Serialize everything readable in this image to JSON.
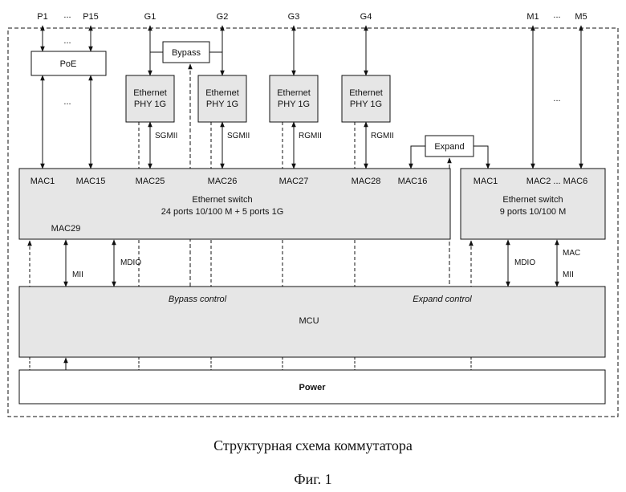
{
  "ports": {
    "p1": "P1",
    "p_dots": "...",
    "p15": "P15",
    "g1": "G1",
    "g2": "G2",
    "g3": "G3",
    "g4": "G4",
    "m1": "M1",
    "m_dots": "...",
    "m5": "M5"
  },
  "blocks": {
    "poe": "PoE",
    "bypass": "Bypass",
    "phy_line1": "Ethernet",
    "phy_line2": "PHY 1G",
    "expand": "Expand",
    "mcu": "MCU",
    "power": "Power"
  },
  "switch_main": {
    "title": "Ethernet switch",
    "subtitle": "24 ports 10/100 M + 5 ports 1G",
    "mac1": "MAC1",
    "mac15": "MAC15",
    "mac25": "MAC25",
    "mac26": "MAC26",
    "mac27": "MAC27",
    "mac28": "MAC28",
    "mac16": "MAC16",
    "mac29": "MAC29"
  },
  "switch_expand": {
    "title": "Ethernet switch",
    "subtitle": "9 ports 10/100 M",
    "mac1": "MAC1",
    "mac2_6": "MAC2 ... MAC6"
  },
  "links": {
    "sgmii": "SGMII",
    "rgmii": "RGMII",
    "mii": "MII",
    "mdio": "MDIO",
    "mac": "MAC",
    "dots": "..."
  },
  "mcu_labels": {
    "bypass_control": "Bypass control",
    "expand_control": "Expand control"
  },
  "caption": {
    "title": "Структурная схема коммутатора",
    "figure": "Фиг. 1"
  },
  "colors": {
    "block_fill": "#e6e6e6",
    "stroke": "#111111"
  }
}
